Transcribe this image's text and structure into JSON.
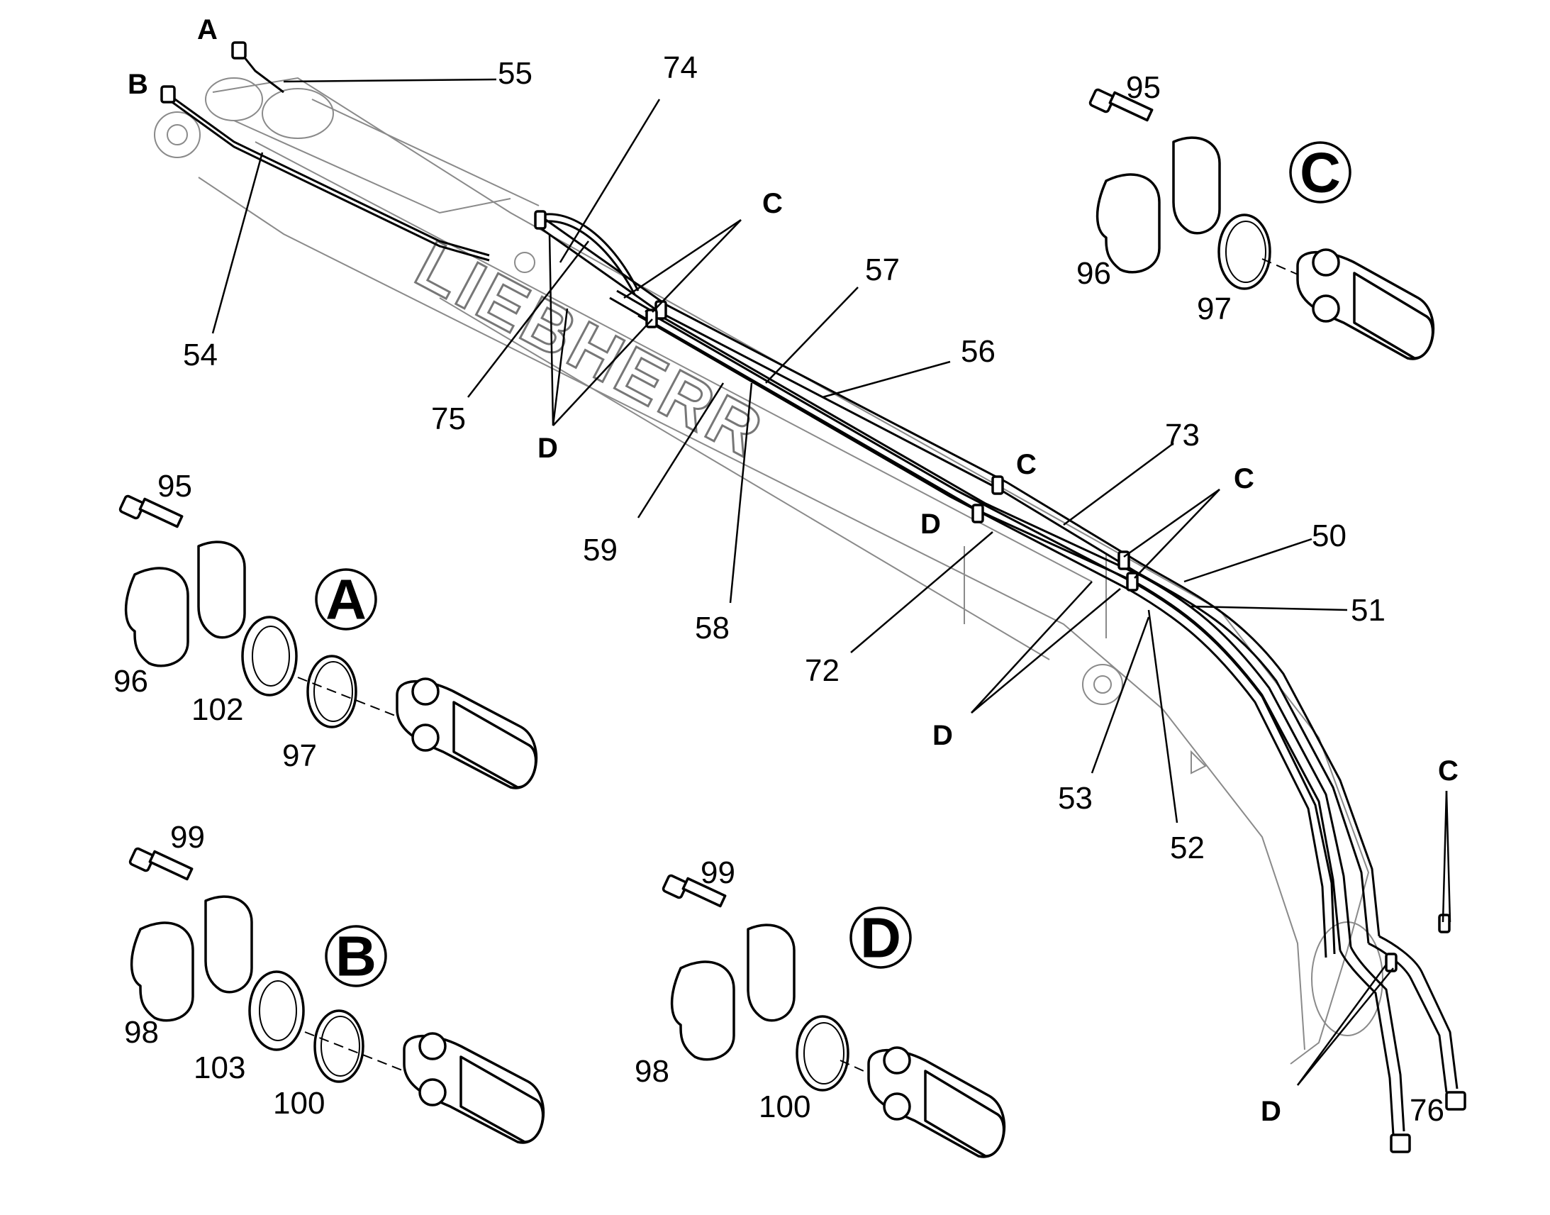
{
  "brand_text": "LIEBHERR",
  "callouts": {
    "p50": "50",
    "p51": "51",
    "p52": "52",
    "p53": "53",
    "p54": "54",
    "p55": "55",
    "p56": "56",
    "p57": "57",
    "p58": "58",
    "p59": "59",
    "p72": "72",
    "p73": "73",
    "p74": "74",
    "p75": "75",
    "p76": "76",
    "p95": "95",
    "p96": "96",
    "p97": "97",
    "p98": "98",
    "p99": "99",
    "p100": "100",
    "p102": "102",
    "p103": "103"
  },
  "connection_markers": {
    "A": "A",
    "B": "B",
    "C": "C",
    "D": "D"
  },
  "detail_views": {
    "A": "A",
    "B": "B",
    "C": "C",
    "D": "D"
  }
}
